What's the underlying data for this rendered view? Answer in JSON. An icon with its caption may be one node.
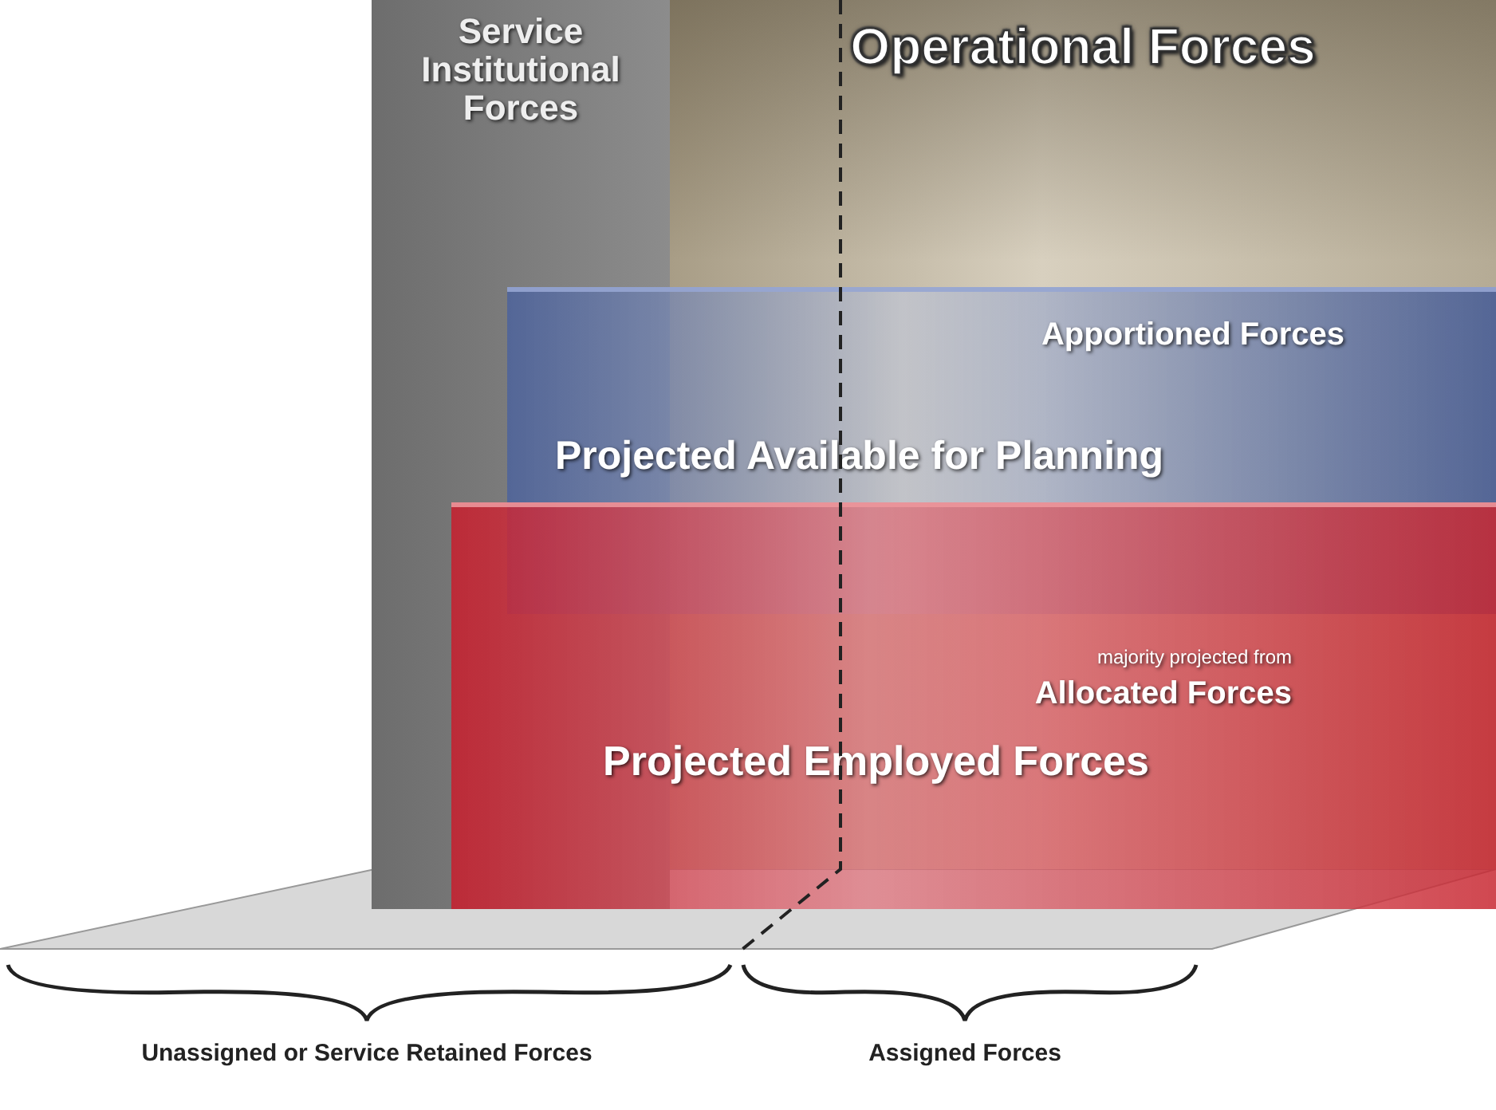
{
  "diagram": {
    "nodes": [
      {
        "text": [
          "Service Institutional Forces"
        ]
      },
      {
        "text": [
          "Operational Forces"
        ]
      },
      {
        "text": [
          "Apportioned Forces",
          "Projected Available for Planning"
        ]
      },
      {
        "text": [
          "majority projected from",
          "Allocated Forces",
          "Projected Employed Forces"
        ]
      }
    ],
    "labels": [
      "Unassigned or Service Retained Forces",
      "Assigned Forces"
    ]
  }
}
